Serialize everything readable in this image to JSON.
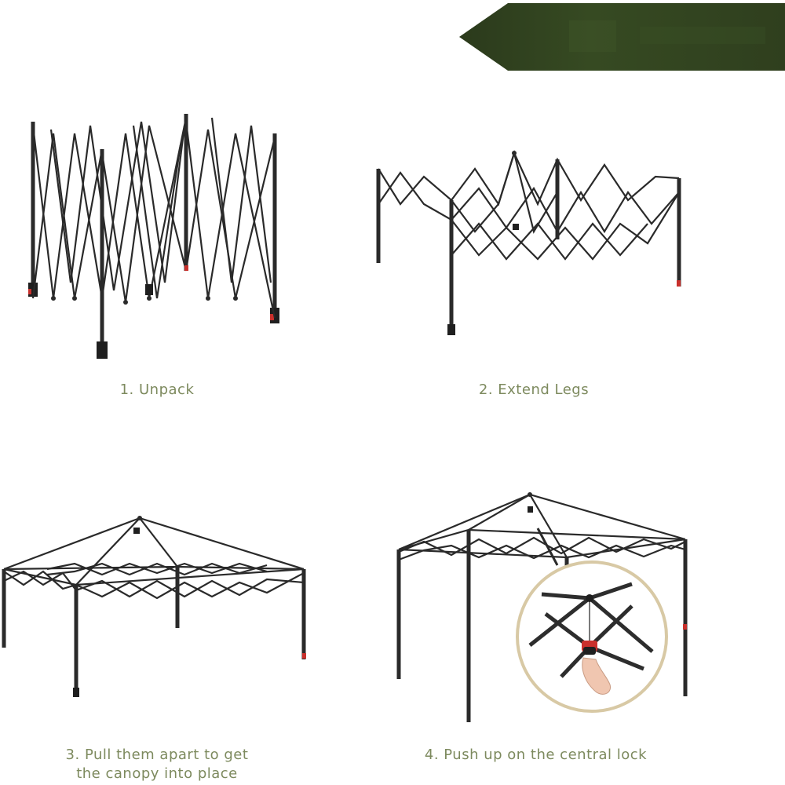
{
  "banner": {
    "color": "#31411f"
  },
  "steps": [
    {
      "label": "1. Unpack"
    },
    {
      "label": "2. Extend Legs"
    },
    {
      "label": "3. Pull them apart to get\nthe canopy into place"
    },
    {
      "label": "4. Push up on the central lock"
    }
  ],
  "colors": {
    "caption": "#7d8a5e",
    "frame": "#2d2d2d",
    "accent_red": "#c9302c",
    "inset_ring": "#d8c9a5"
  }
}
